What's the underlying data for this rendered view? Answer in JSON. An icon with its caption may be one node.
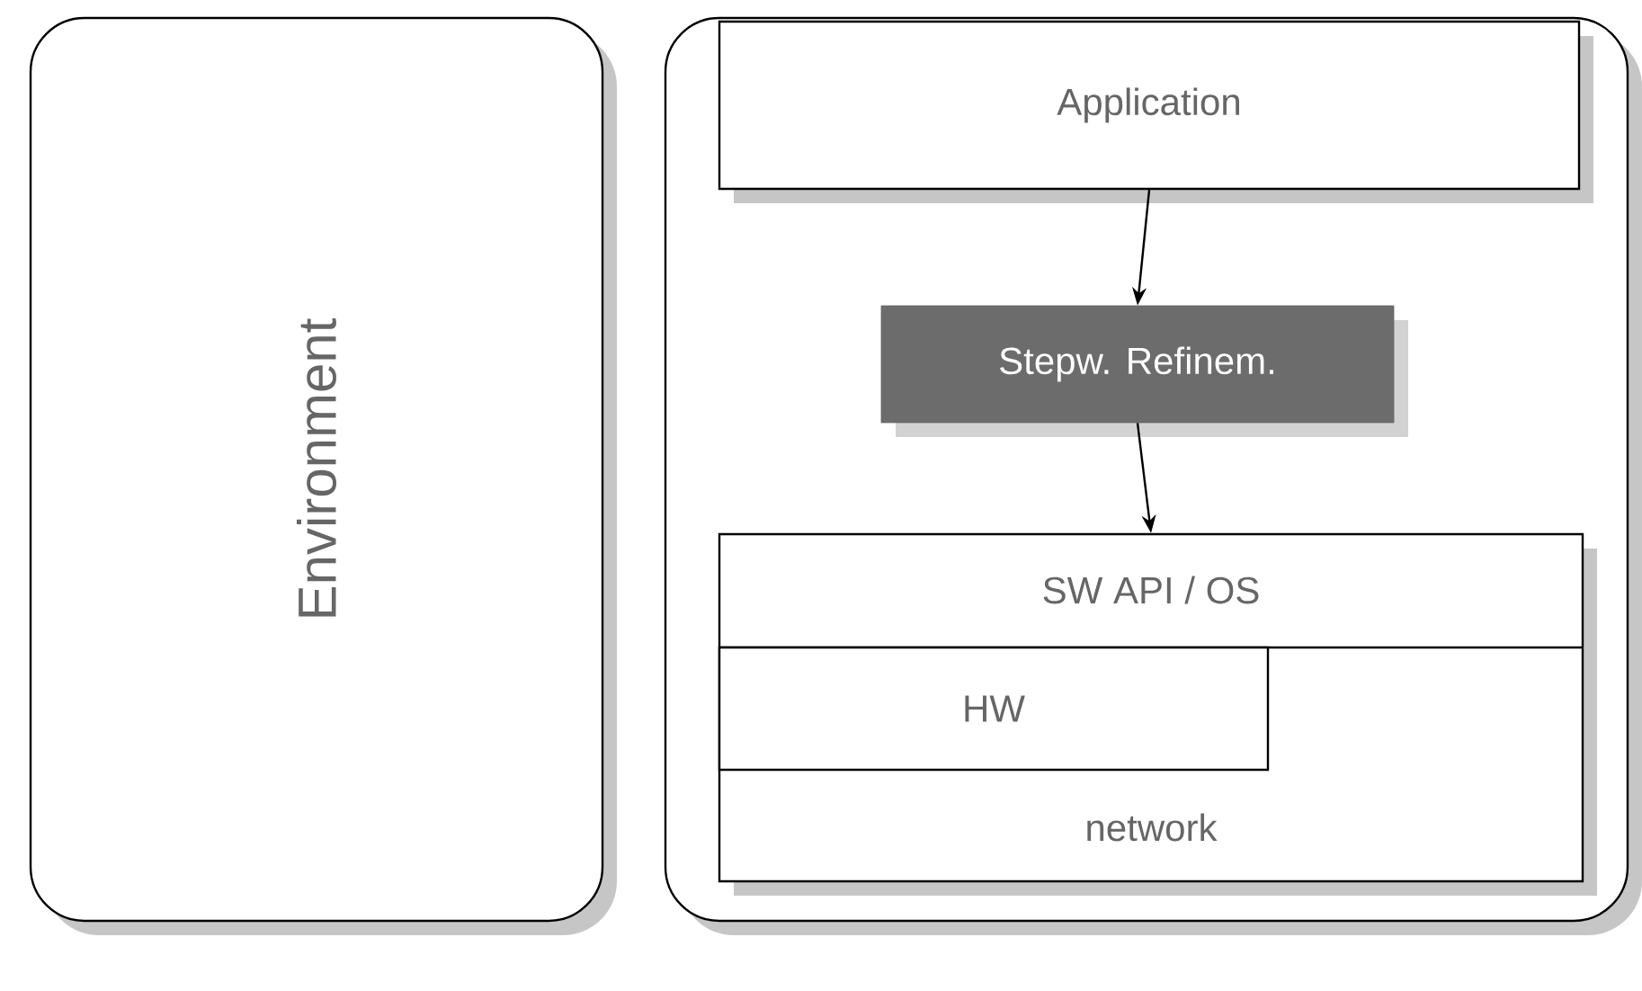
{
  "diagram": {
    "nodes": [
      {
        "text": [
          "Environment"
        ]
      },
      {
        "text": [],
        "shape": "box"
      },
      {
        "text": [
          "Application"
        ],
        "in": 1
      },
      {
        "text": [
          "Stepw. Refinem."
        ],
        "in": 1
      },
      {
        "text": [
          "SW API / OS",
          "network"
        ],
        "in": 1
      },
      {
        "text": [
          "HW"
        ],
        "in": 4
      }
    ],
    "edges": [
      {
        "from": 2,
        "to": 3,
        "arrow": "to"
      },
      {
        "from": 3,
        "to": 4,
        "arrow": "to"
      }
    ]
  }
}
